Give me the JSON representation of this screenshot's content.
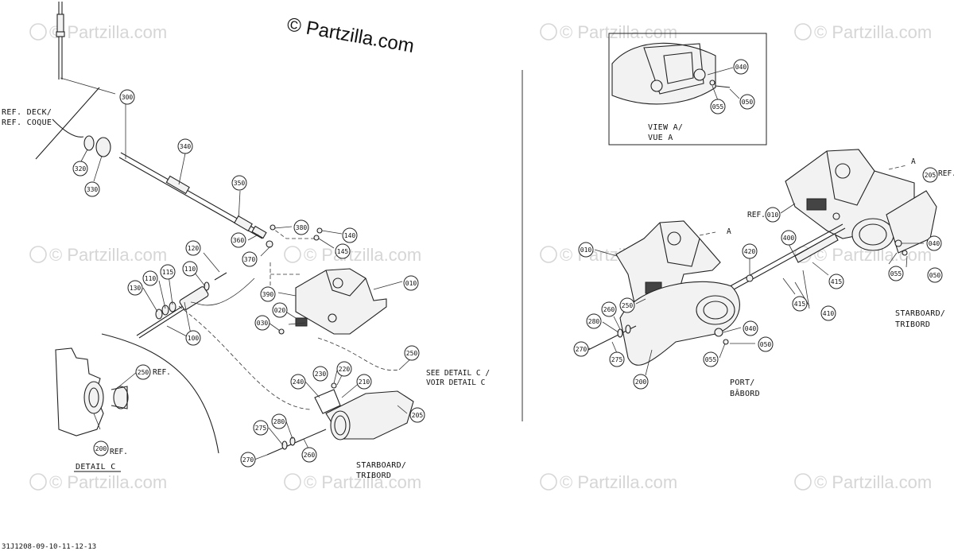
{
  "copyright": "© Partzilla.com",
  "watermark": "© Partzilla.com",
  "doc_code": "31J1208-09-10-11-12-13",
  "left": {
    "ref_deck": "REF. DECK/",
    "ref_coque": "REF. COQUE",
    "see_detail": "SEE DETAIL C /",
    "voir_detail": "VOIR DETAIL C",
    "starboard": "STARBOARD/",
    "tribord": "TRIBORD",
    "detail_c": "DETAIL C",
    "ref_250": "REF.",
    "ref_200": "REF."
  },
  "right": {
    "view_a": "VIEW A/",
    "vue_a": "VUE A",
    "ref_205": "REF.",
    "ref_010": "REF.",
    "a_arrow": "A",
    "a_arrow2": "A",
    "port": "PORT/",
    "babord": "BÂBORD",
    "starboard": "STARBOARD/",
    "tribord": "TRIBORD"
  },
  "callouts": {
    "c300": "300",
    "c340": "340",
    "c320": "320",
    "c330": "330",
    "c350": "350",
    "c380": "380",
    "c140": "140",
    "c145": "145",
    "c360": "360",
    "c370": "370",
    "c120": "120",
    "c115": "115",
    "c110a": "110",
    "c110b": "110",
    "c130": "130",
    "c100": "100",
    "c390": "390",
    "c010L": "010",
    "c020": "020",
    "c030": "030",
    "c250L": "250",
    "c230": "230",
    "c220": "220",
    "c240": "240",
    "c210": "210",
    "c205L": "205",
    "c275L": "275",
    "c280L": "280",
    "c270L": "270",
    "c260L": "260",
    "c250D": "250",
    "c200D": "200",
    "c040V": "040",
    "c055V": "055",
    "c050V": "050",
    "c205R": "205",
    "c010R1": "010",
    "c010R2": "010",
    "c040R": "040",
    "c055R": "055",
    "c050R": "050",
    "c400": "400",
    "c420": "420",
    "c415a": "415",
    "c415b": "415",
    "c410": "410",
    "c250R": "250",
    "c260R": "260",
    "c280R": "280",
    "c270R": "270",
    "c275R": "275",
    "c040R2": "040",
    "c055R2": "055",
    "c050R2": "050",
    "c200R": "200"
  }
}
